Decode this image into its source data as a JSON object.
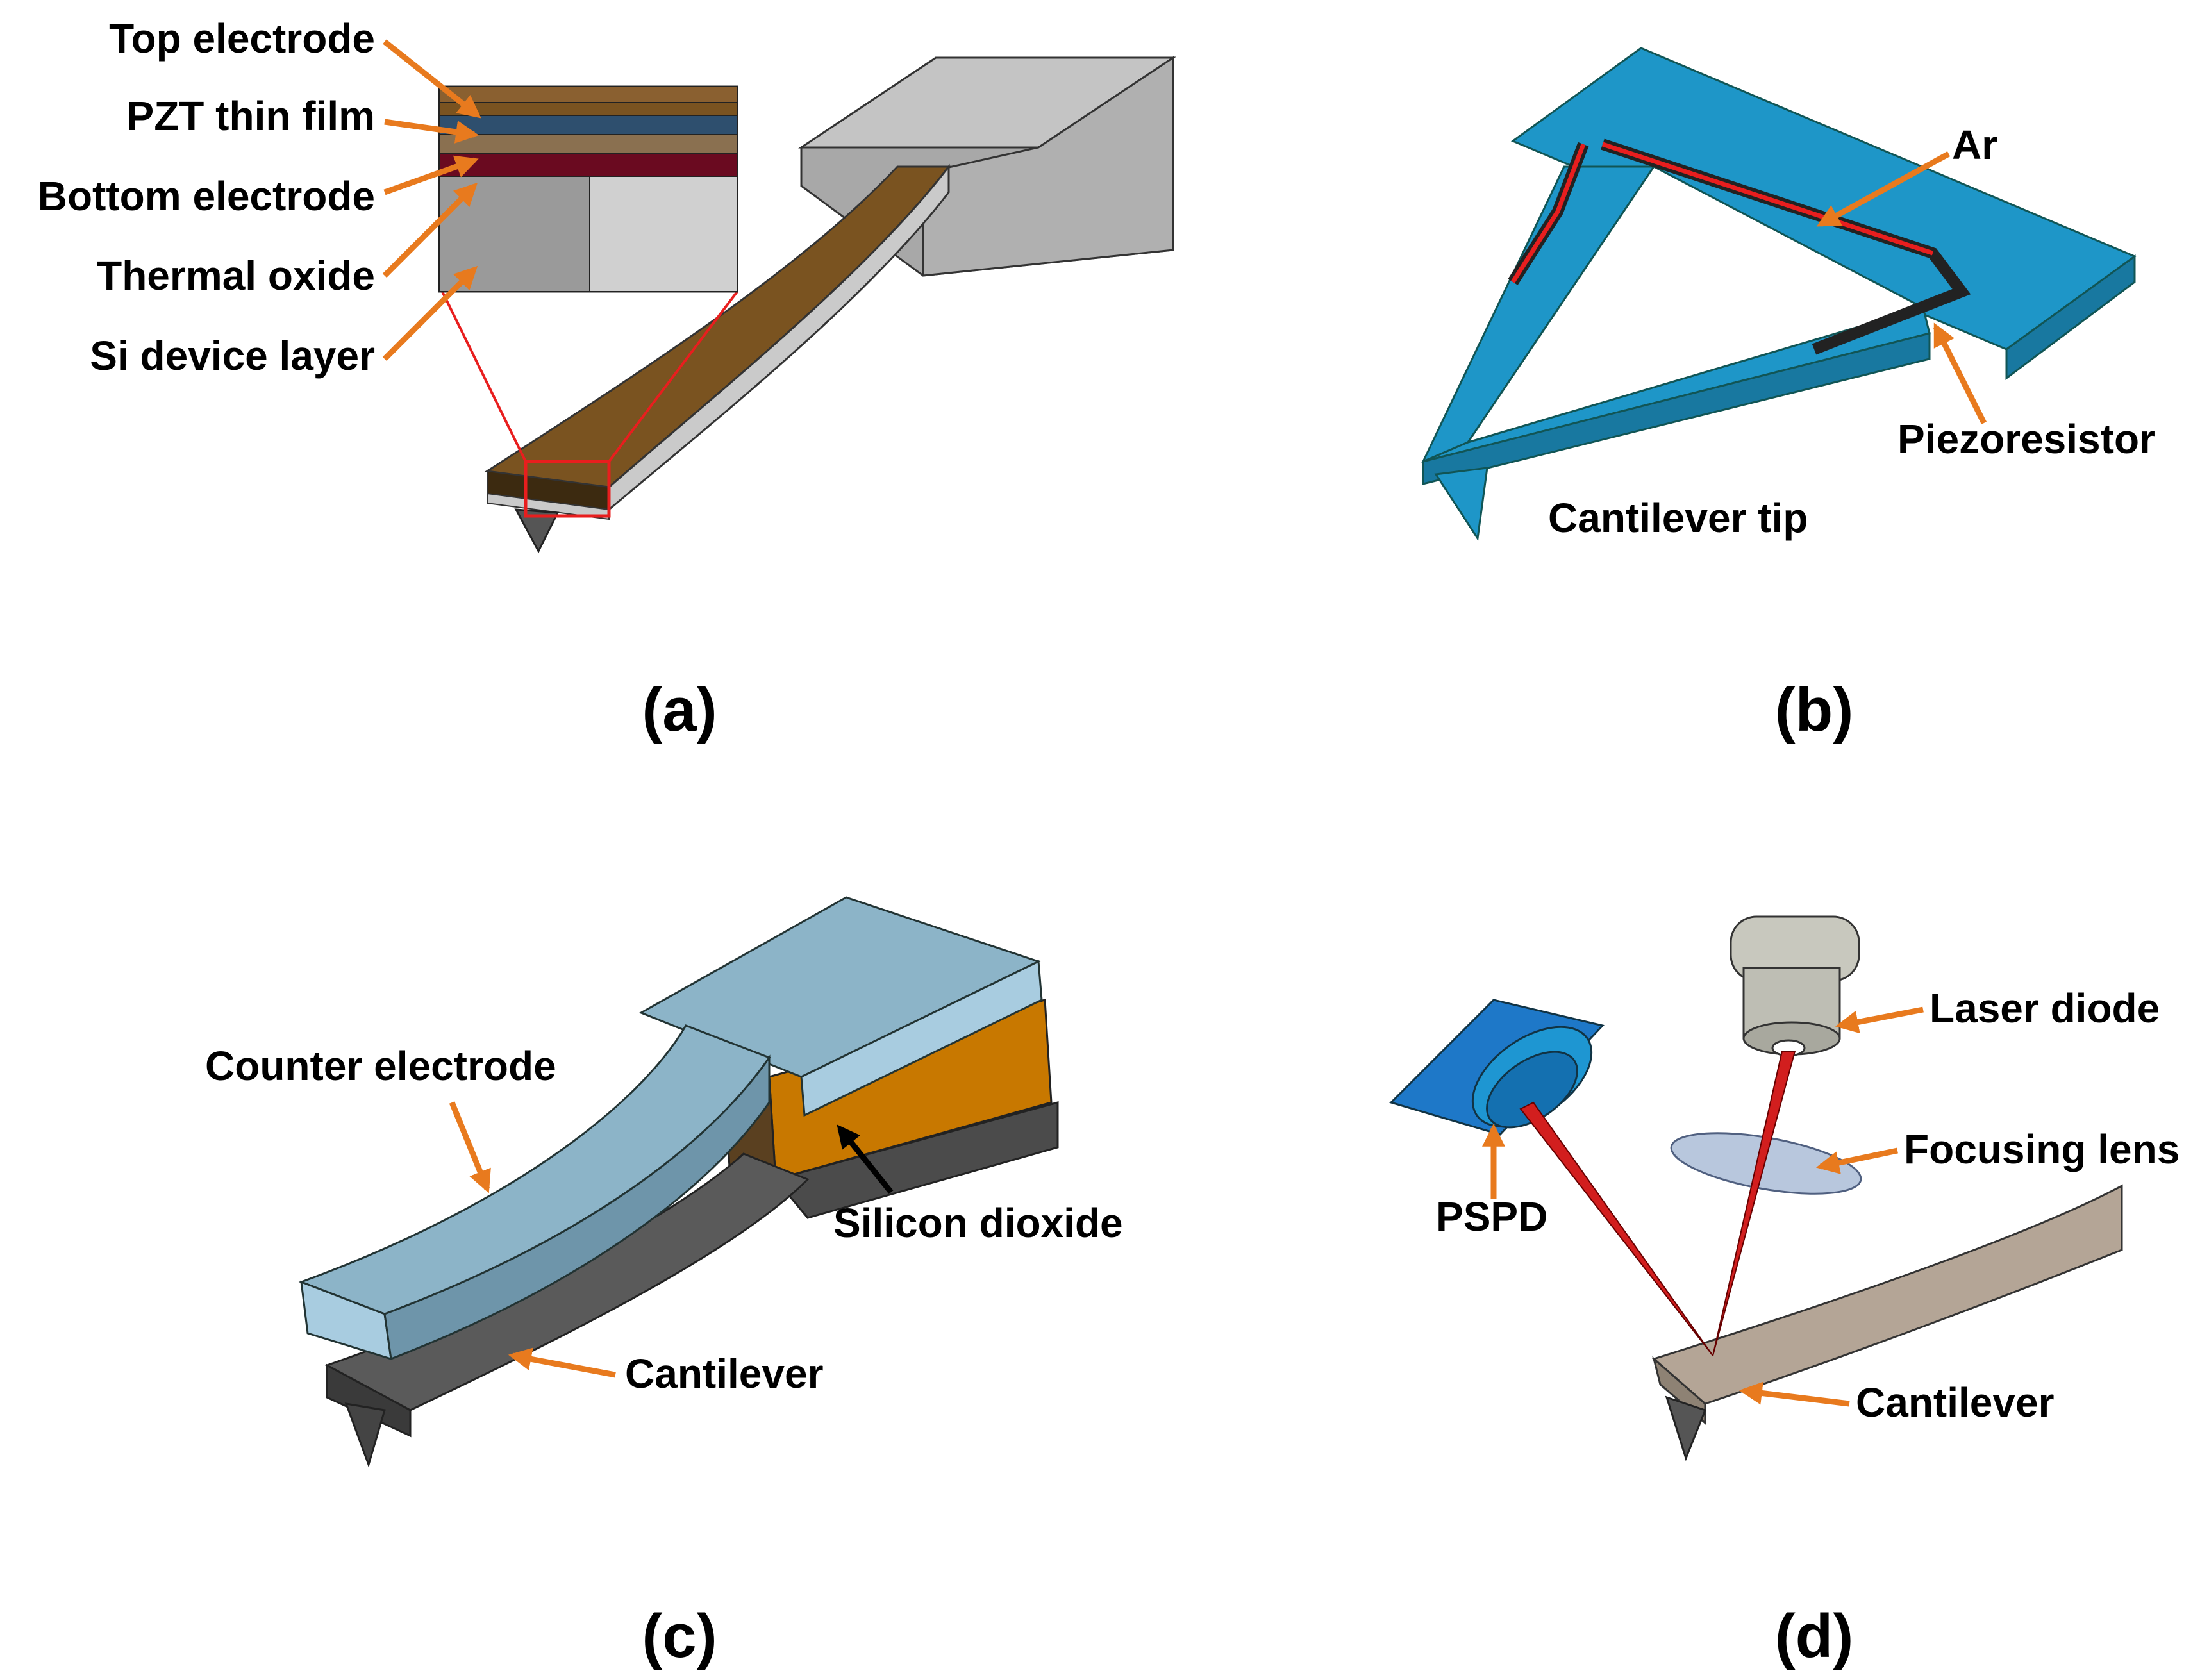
{
  "colors": {
    "arrow": "#E87A1E",
    "zoom_box": "#E81E1E",
    "gold": "#7A5320",
    "gray_block": "#B4B4B4",
    "blue": "#1E96C8",
    "light_blue": "#8CB4C8",
    "orange_layer": "#C87800",
    "dark_gray": "#4B4B4B",
    "beige": "#B4A596",
    "laser": "#D21E1E"
  },
  "panels": {
    "a": {
      "caption": "(a)",
      "labels": {
        "top_electrode": "Top electrode",
        "pzt": "PZT thin film",
        "bottom_electrode": "Bottom electrode",
        "thermal_oxide": "Thermal oxide",
        "si_layer": "Si device layer"
      }
    },
    "b": {
      "caption": "(b)",
      "labels": {
        "ar": "Ar",
        "piezoresistor": "Piezoresistor",
        "tip": "Cantilever tip"
      }
    },
    "c": {
      "caption": "(c)",
      "labels": {
        "counter_electrode": "Counter electrode",
        "silicon_dioxide": "Silicon dioxide",
        "cantilever": "Cantilever"
      }
    },
    "d": {
      "caption": "(d)",
      "labels": {
        "laser_diode": "Laser diode",
        "focusing_lens": "Focusing lens",
        "pspd": "PSPD",
        "cantilever": "Cantilever"
      }
    }
  }
}
